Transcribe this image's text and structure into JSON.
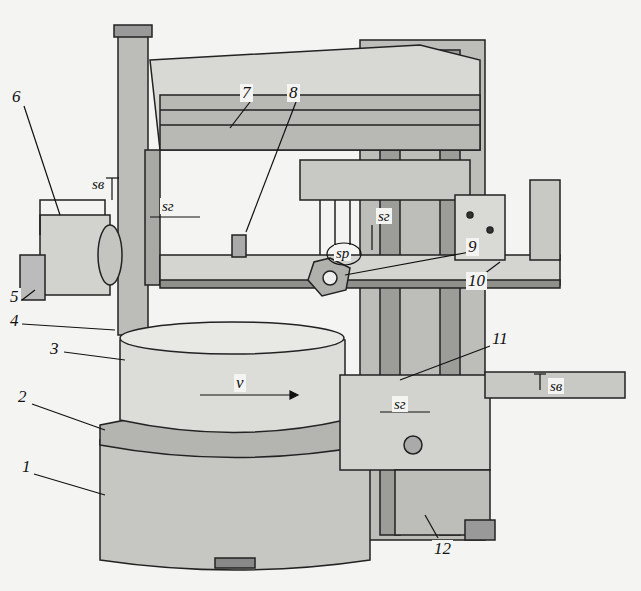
{
  "diagram": {
    "labels": [
      "6",
      "7",
      "8",
      "sв",
      "sг",
      "sг",
      "sр",
      "9",
      "10",
      "5",
      "4",
      "3",
      "11",
      "sв",
      "sг",
      "v",
      "2",
      "1",
      "12"
    ]
  }
}
